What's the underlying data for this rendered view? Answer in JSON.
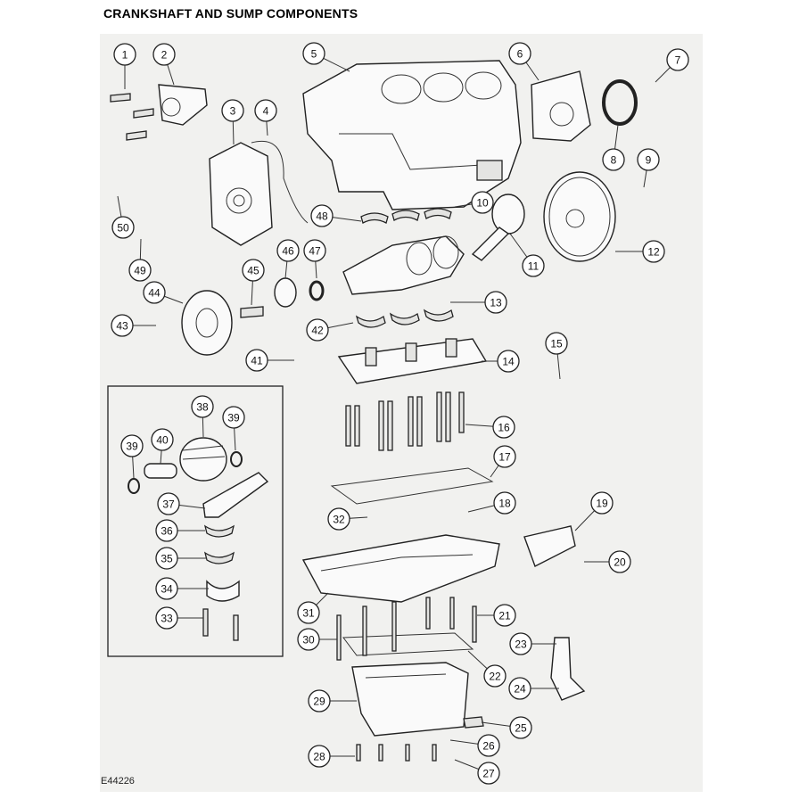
{
  "title": "CRANKSHAFT AND SUMP COMPONENTS",
  "reference": "E44226",
  "callouts": [
    "1",
    "2",
    "3",
    "4",
    "5",
    "6",
    "7",
    "8",
    "9",
    "10",
    "11",
    "12",
    "13",
    "14",
    "15",
    "16",
    "17",
    "18",
    "19",
    "20",
    "21",
    "22",
    "23",
    "24",
    "25",
    "26",
    "27",
    "28",
    "29",
    "30",
    "31",
    "32",
    "33",
    "34",
    "35",
    "36",
    "37",
    "38",
    "39",
    "39",
    "40",
    "41",
    "42",
    "43",
    "44",
    "45",
    "46",
    "47",
    "48",
    "49",
    "50"
  ]
}
